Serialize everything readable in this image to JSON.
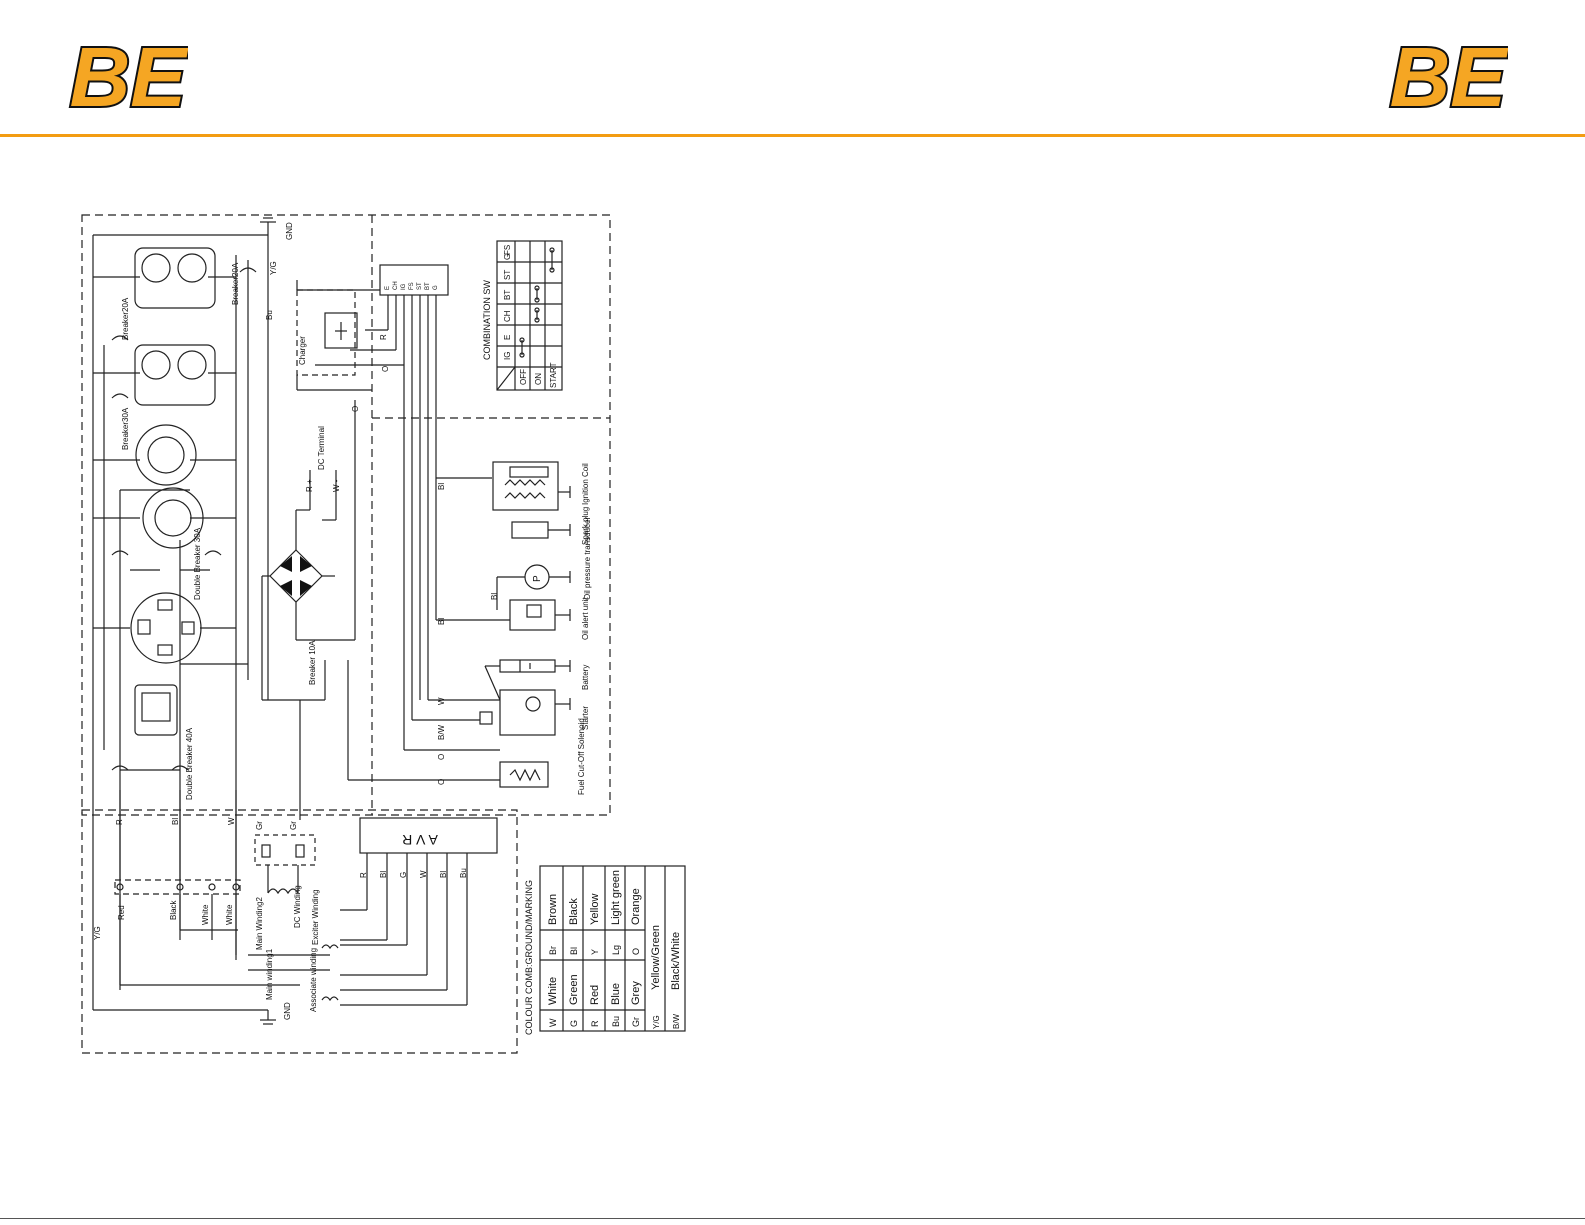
{
  "brand": {
    "logo_text": "BE",
    "accent": "#f39c12",
    "logo_fill": "#f5a623"
  },
  "switch_block": {
    "title": "COMBINATION SW",
    "terminals": [
      "E",
      "CH",
      "IG",
      "FS",
      "ST",
      "BT",
      "G"
    ],
    "headers": [
      "IG",
      "E",
      "CH",
      "BT",
      "ST",
      "G",
      "FS"
    ],
    "rows": [
      "OFF",
      "ON",
      "START"
    ]
  },
  "labels": {
    "gnd_top": "GND",
    "yg_top": "Y/G",
    "breaker20a_1": "Breaker20A",
    "breaker20a_2": "Breaker20A",
    "breaker30a": "Breaker30A",
    "double_breaker_30a": "Double Breaker 30A",
    "double_breaker_40a": "Double Breaker 40A",
    "charger": "Charger",
    "bu_wire": "Bu",
    "r_wire": "R",
    "o_wire_1": "O",
    "o_wire_2": "O",
    "dc_terminal": "DC Terminal",
    "r_plus": "R +",
    "w_minus": "W -",
    "breaker_10a": "Breaker 10A",
    "bl_wire_1": "Bl",
    "bl_wire_2": "Bl",
    "bl_wire_3": "Bl",
    "w_wire_1": "W",
    "bw_wire": "B/W",
    "o_wire_3": "O",
    "o_wire_4": "O",
    "ignition_coil": "Ignition Coil",
    "spark_plug": "Spark plug",
    "oil_pressure": "Oil pressure transducer",
    "oil_alert": "Oil alert unit",
    "battery": "Battery",
    "starter": "Starter",
    "fuel_cutoff": "Fuel Cut-Off Solenoid",
    "p_symbol": "P",
    "avr": "A V R",
    "r_main": "R",
    "bl_main": "Bl",
    "w_main": "W",
    "gr_1": "Gr",
    "gr_2": "Gr",
    "dc_winding": "DC Winding",
    "exciter_winding": "Exciter Winding",
    "main_winding2": "Main Winding2",
    "main_winding1": "Main winding1",
    "associate_winding": "Associate winding",
    "yg_bottom": "Y/G",
    "red_label": "Red",
    "black_label": "Black",
    "white_label_1": "White",
    "white_label_2": "White",
    "gnd_bottom": "GND",
    "avr_r": "R",
    "avr_bl": "Bl",
    "avr_g": "G",
    "avr_w": "W",
    "avr_bl2": "Bl",
    "avr_bu": "Bu"
  },
  "colour_table": {
    "title": "COLOUR COMB:GROUND/MARKING",
    "rows": [
      [
        "W",
        "White",
        "Br",
        "Brown"
      ],
      [
        "G",
        "Green",
        "Bl",
        "Black"
      ],
      [
        "R",
        "Red",
        "Y",
        "Yellow"
      ],
      [
        "Bu",
        "Blue",
        "Lg",
        "Light green"
      ],
      [
        "Gr",
        "Grey",
        "O",
        "Orange"
      ],
      [
        "Y/G",
        "Yellow/Green",
        "",
        ""
      ],
      [
        "B/W",
        "Black/White",
        "",
        ""
      ]
    ]
  }
}
